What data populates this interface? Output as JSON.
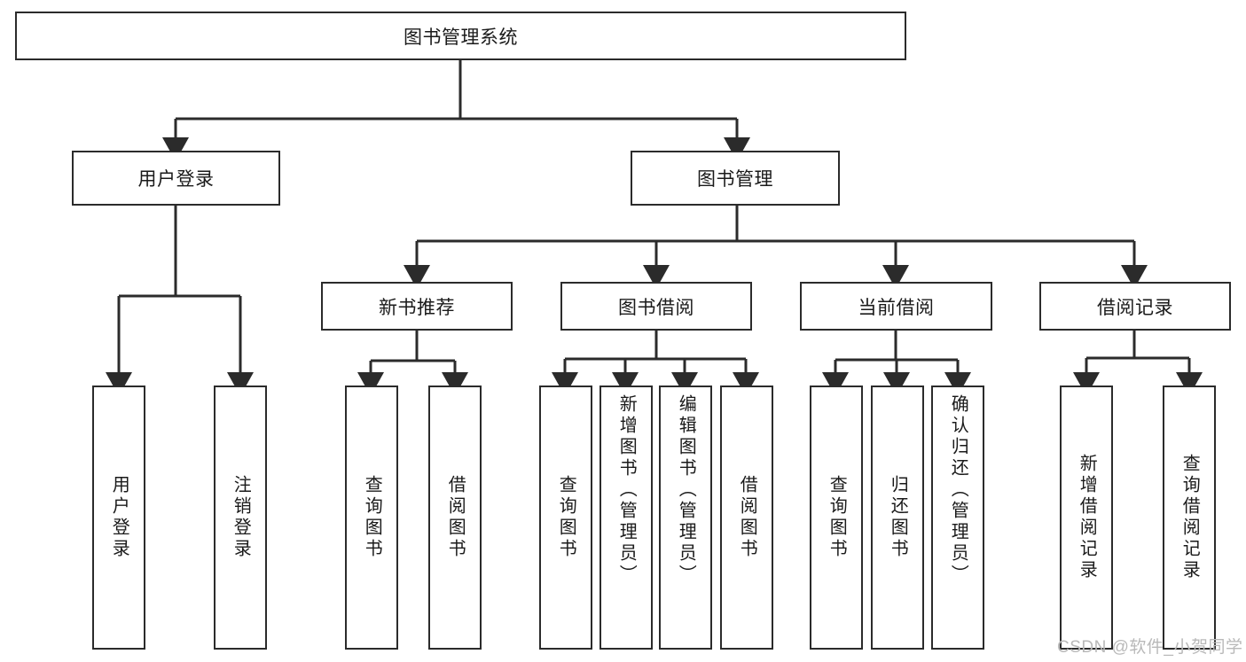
{
  "diagram": {
    "type": "tree-hierarchy",
    "title": "图书管理系统",
    "orientation": "top-down",
    "watermark": "CSDN @软件_小贺同学",
    "colors": {
      "box_border": "#2b2b2b",
      "box_fill": "#ffffff",
      "edge": "#2b2b2b",
      "text": "#1a1a1a",
      "watermark": "#b9b9b9",
      "background": "#ffffff"
    },
    "levels": {
      "root": {
        "label": "图书管理系统"
      },
      "level2": [
        {
          "label": "用户登录"
        },
        {
          "label": "图书管理"
        }
      ],
      "level3": [
        {
          "label": "新书推荐"
        },
        {
          "label": "图书借阅"
        },
        {
          "label": "当前借阅"
        },
        {
          "label": "借阅记录"
        }
      ],
      "leaves": {
        "user_login": [
          {
            "label": "用户登录"
          },
          {
            "label": "注销登录"
          }
        ],
        "new_book_recommend": [
          {
            "label": "查询图书"
          },
          {
            "label": "借阅图书"
          }
        ],
        "book_borrow": [
          {
            "label": "查询图书"
          },
          {
            "label": "新增图书（管理员）"
          },
          {
            "label": "编辑图书（管理员）"
          },
          {
            "label": "借阅图书"
          }
        ],
        "current_borrow": [
          {
            "label": "查询图书"
          },
          {
            "label": "归还图书"
          },
          {
            "label": "确认归还（管理员）"
          }
        ],
        "borrow_record": [
          {
            "label": "新增借阅记录"
          },
          {
            "label": "查询借阅记录"
          }
        ]
      }
    }
  }
}
